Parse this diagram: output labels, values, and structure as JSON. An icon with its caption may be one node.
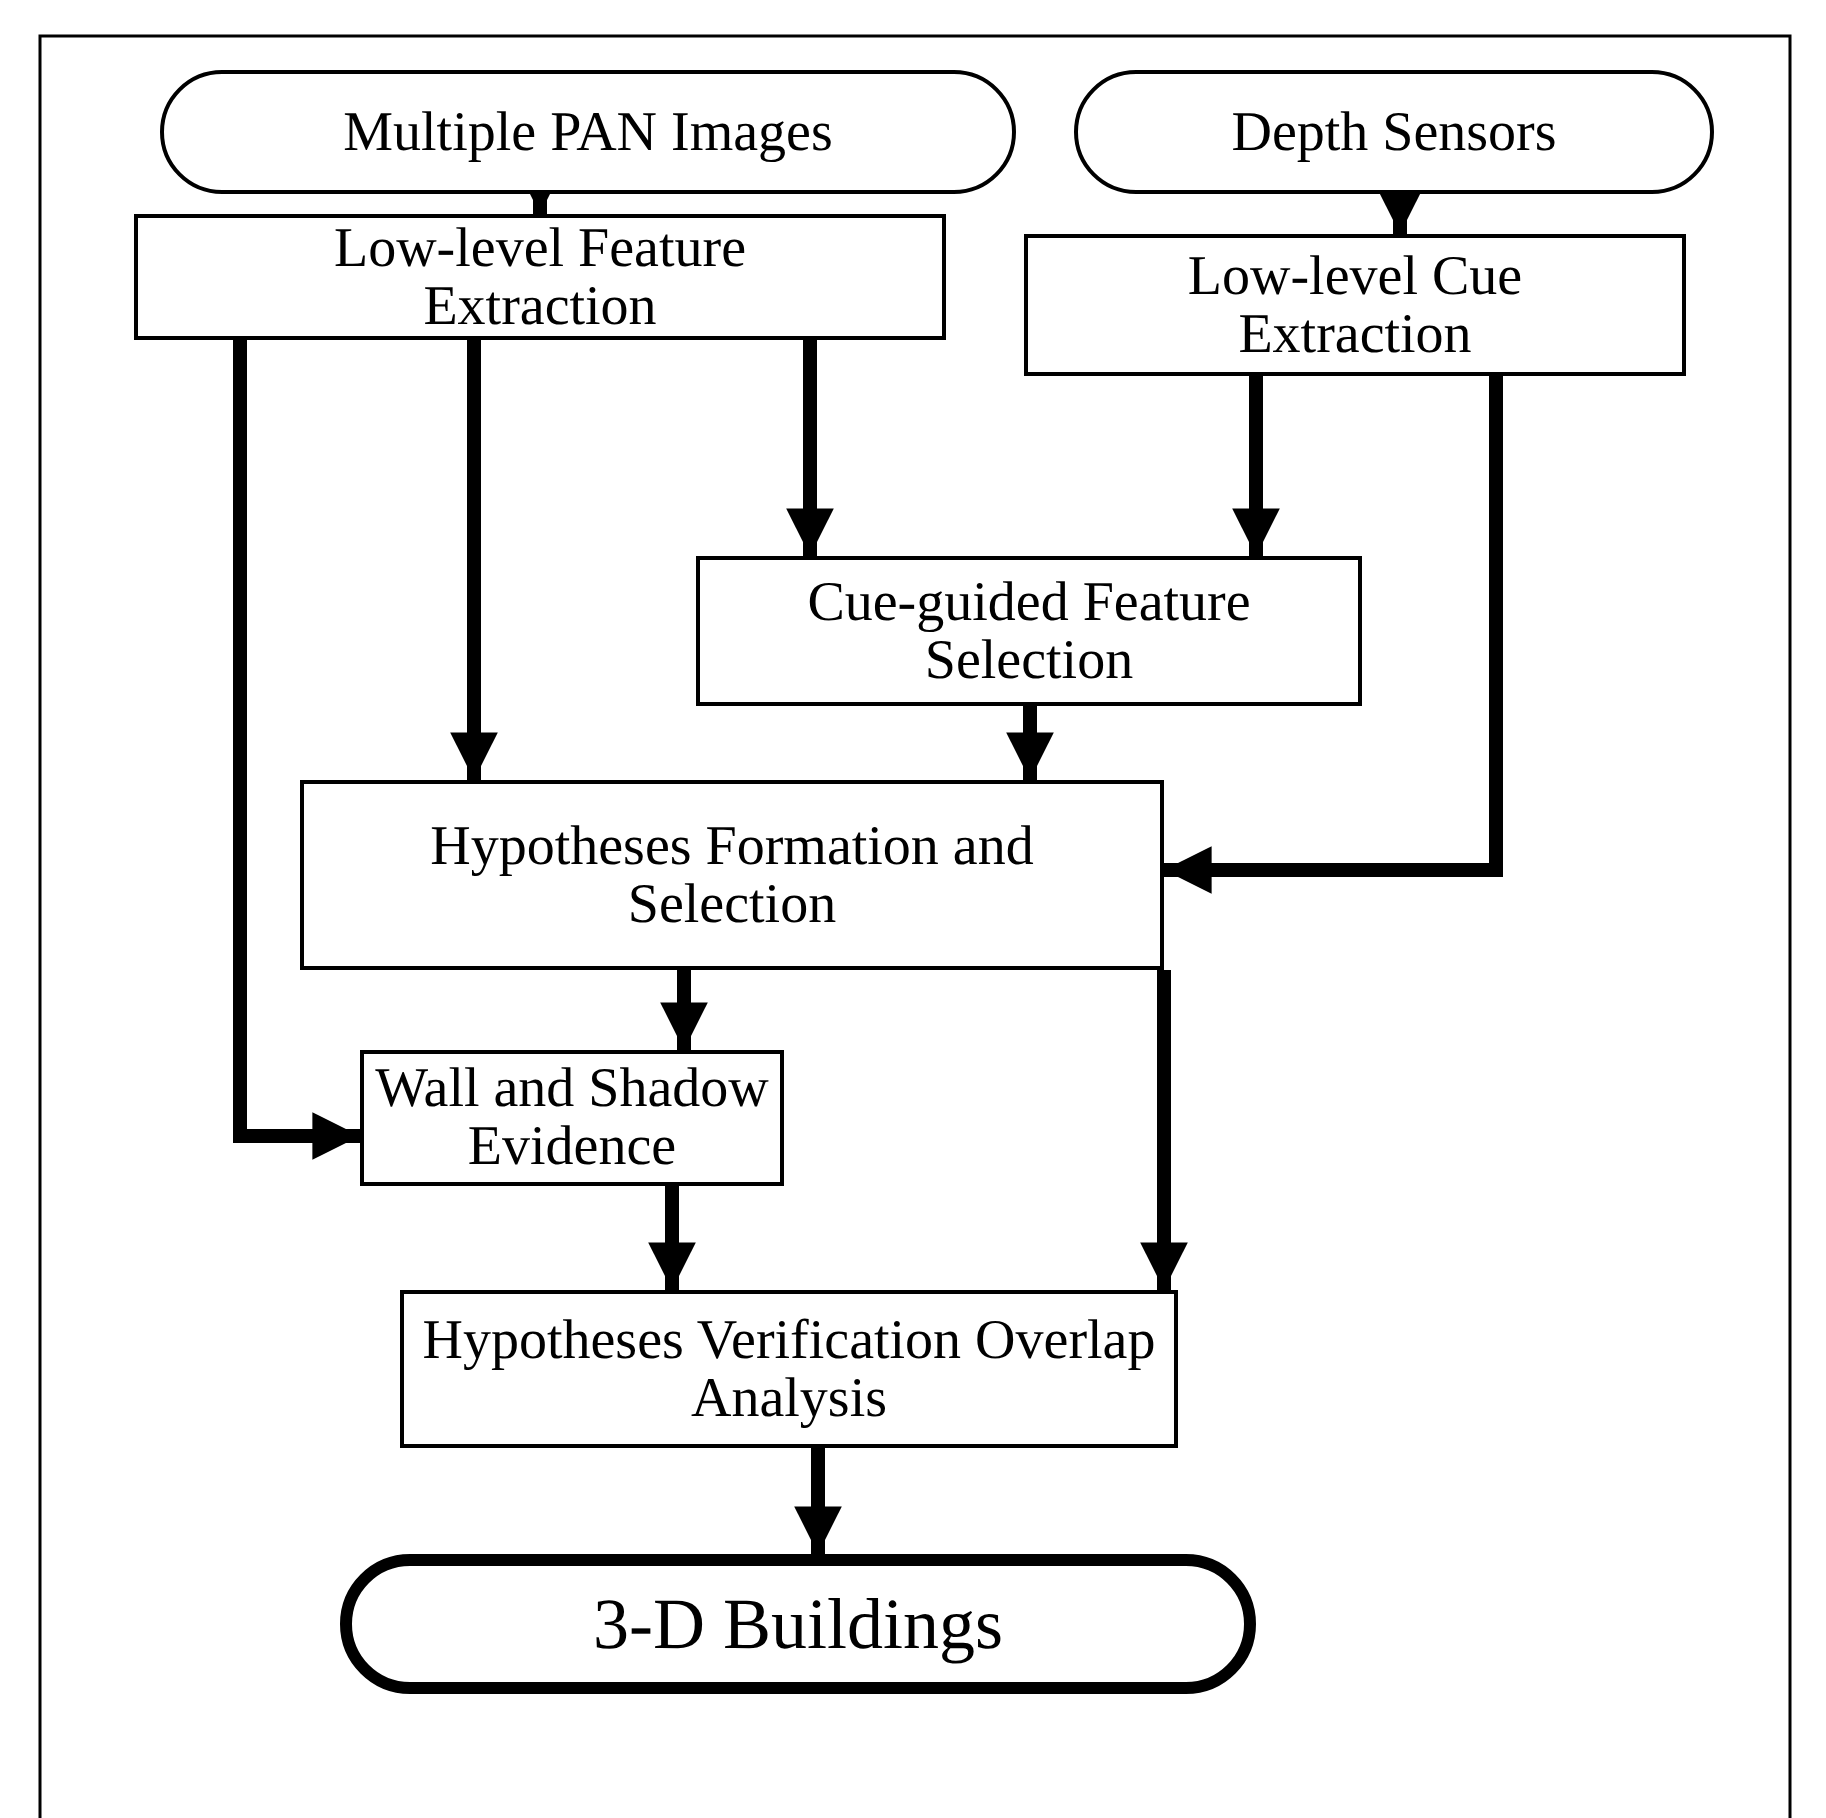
{
  "diagram": {
    "nodes": [
      {
        "text": [
          "Multiple PAN Images"
        ]
      },
      {
        "text": [
          "Depth Sensors"
        ]
      },
      {
        "text": [
          "Low-level Feature Extraction"
        ]
      },
      {
        "text": [
          "Low-level Cue Extraction"
        ]
      },
      {
        "text": [
          "Cue-guided Feature Selection"
        ]
      },
      {
        "text": [
          "Hypotheses Formation and Selection"
        ]
      },
      {
        "text": [
          "Wall and Shadow Evidence"
        ]
      },
      {
        "text": [
          "Hypotheses Verification Overlap Analysis"
        ]
      },
      {
        "text": [
          "3-D Buildings"
        ]
      }
    ],
    "edges": [
      {
        "from": 0,
        "to": 2,
        "arrow": "to"
      },
      {
        "from": 1,
        "to": 3,
        "arrow": "to"
      },
      {
        "from": 2,
        "to": 4,
        "arrow": "to"
      },
      {
        "from": 3,
        "to": 4,
        "arrow": "to"
      },
      {
        "from": 2,
        "to": 5,
        "arrow": "to"
      },
      {
        "from": 2,
        "to": 6,
        "arrow": "to"
      },
      {
        "from": 3,
        "to": 5,
        "arrow": "to"
      },
      {
        "from": 4,
        "to": 5,
        "arrow": "to"
      },
      {
        "from": 5,
        "to": 6,
        "arrow": "to"
      },
      {
        "from": 5,
        "to": 7,
        "arrow": "to"
      },
      {
        "from": 6,
        "to": 7,
        "arrow": "to"
      },
      {
        "from": 7,
        "to": 8,
        "arrow": "to"
      }
    ]
  }
}
